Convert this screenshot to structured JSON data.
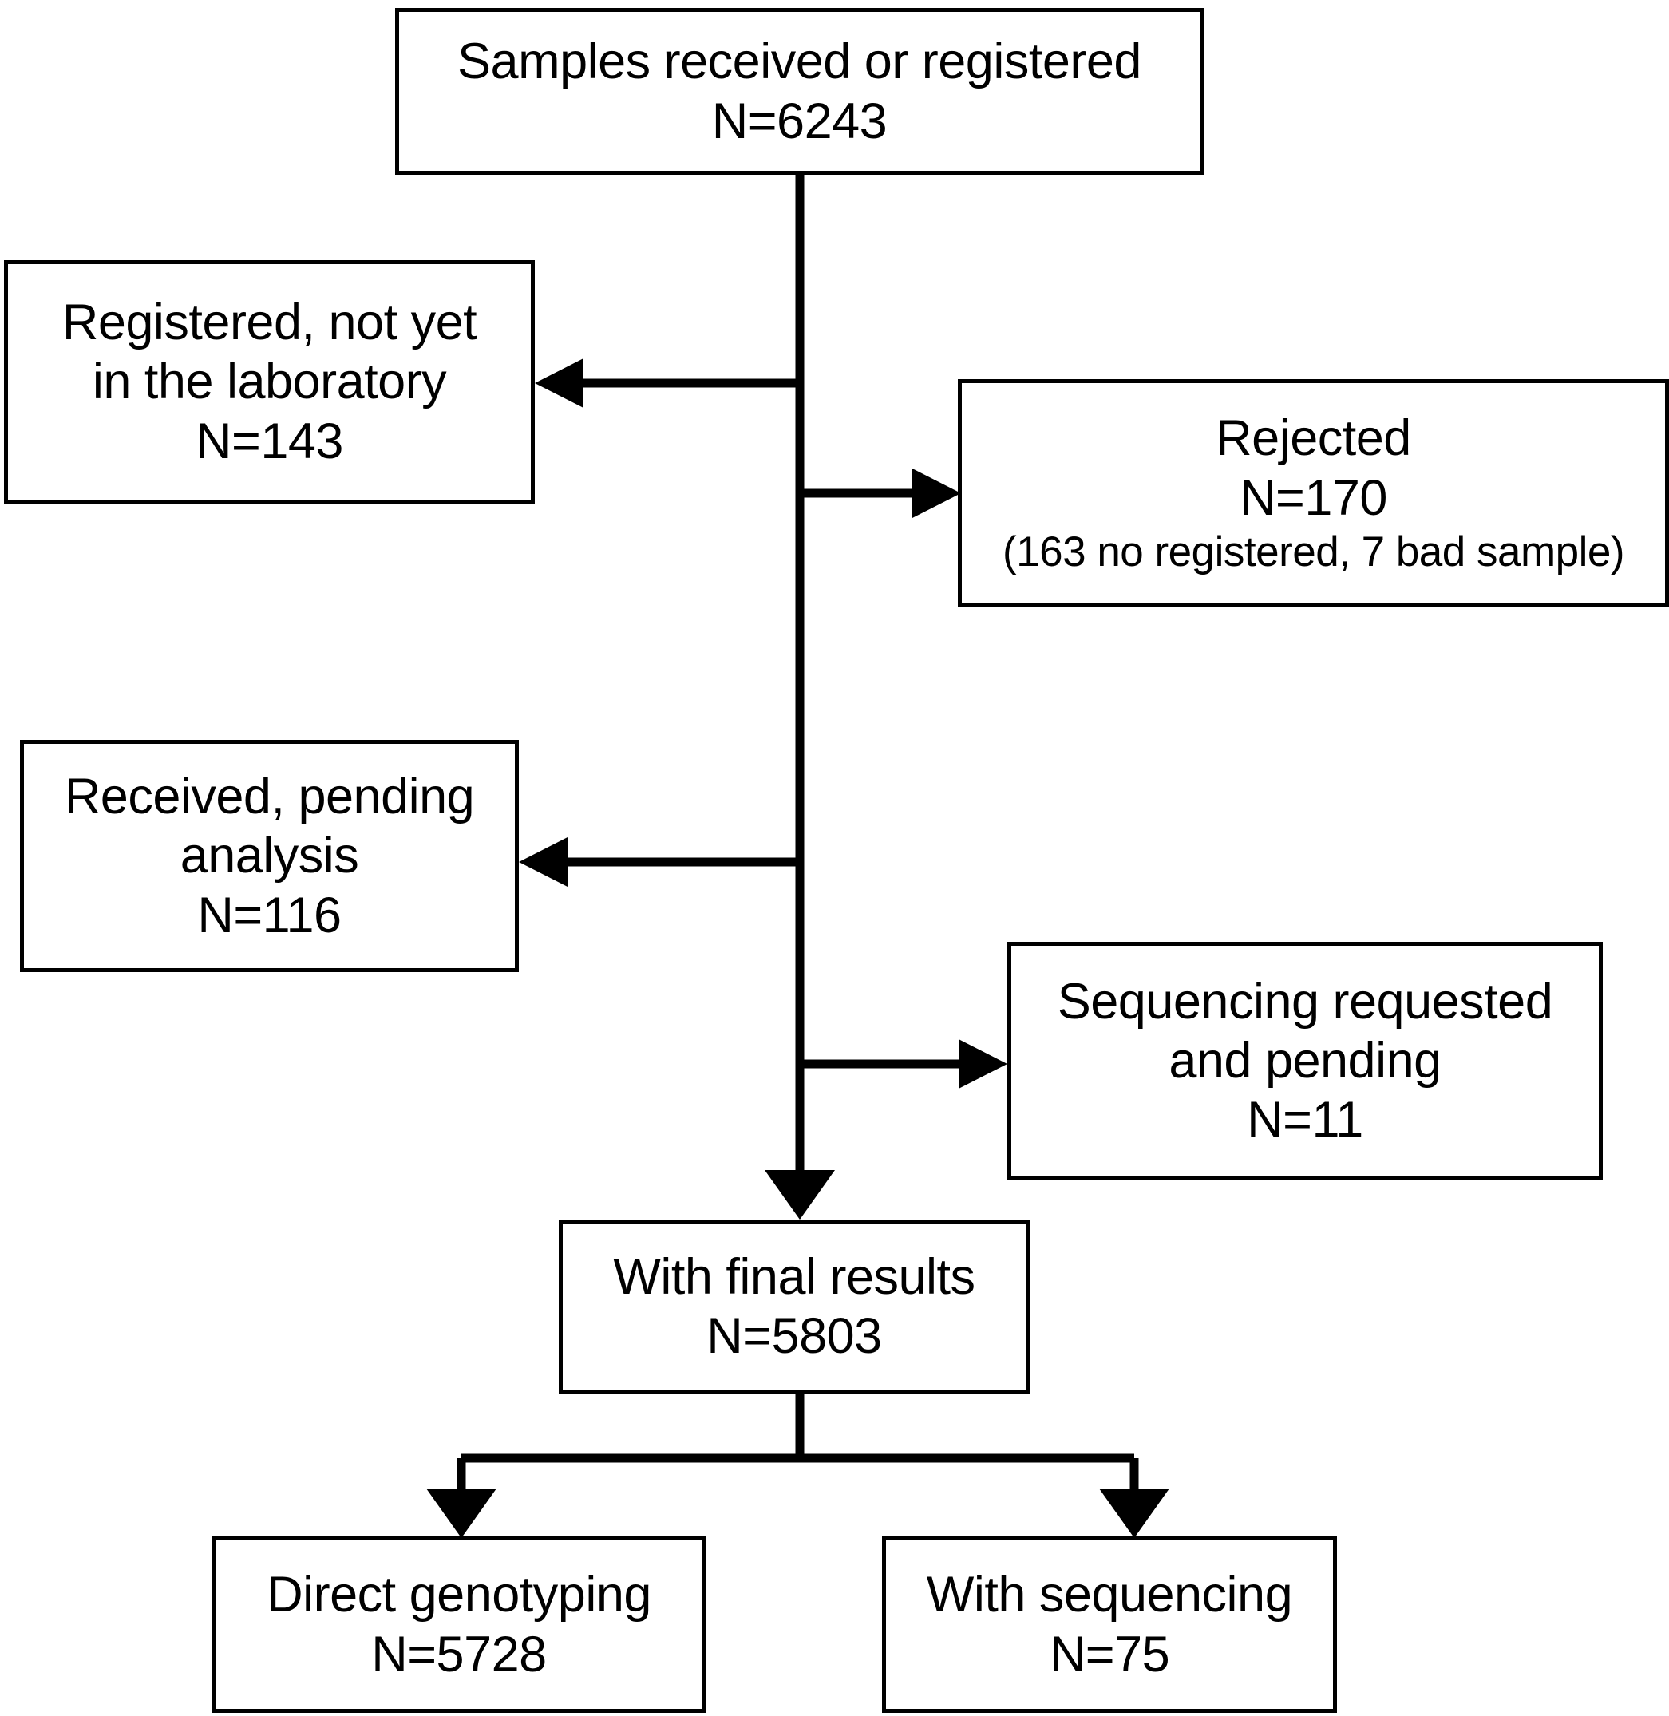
{
  "diagram": {
    "type": "flowchart",
    "title": "Sample processing flow",
    "stroke_color": "#000000",
    "background_color": "#ffffff",
    "nodes": [
      {
        "id": "received",
        "name": "samples-received-box",
        "lines": [
          "Samples received or registered",
          "N=6243"
        ],
        "label": "Samples received or registered",
        "count_label": "N=6243",
        "count": 6243
      },
      {
        "id": "registered",
        "name": "registered-not-in-lab-box",
        "lines": [
          "Registered, not yet",
          "in the laboratory",
          "N=143"
        ],
        "label": "Registered, not yet in the laboratory",
        "count_label": "N=143",
        "count": 143
      },
      {
        "id": "rejected",
        "name": "rejected-box",
        "lines": [
          "Rejected",
          "N=170",
          "(163 no registered, 7 bad sample)"
        ],
        "label": "Rejected",
        "count_label": "N=170",
        "count": 170,
        "note": "(163 no registered, 7 bad sample)"
      },
      {
        "id": "pending",
        "name": "received-pending-analysis-box",
        "lines": [
          "Received, pending",
          "analysis",
          "N=116"
        ],
        "label": "Received, pending analysis",
        "count_label": "N=116",
        "count": 116
      },
      {
        "id": "seqpending",
        "name": "sequencing-requested-pending-box",
        "lines": [
          "Sequencing requested",
          "and pending",
          "N=11"
        ],
        "label": "Sequencing requested and pending",
        "count_label": "N=11",
        "count": 11
      },
      {
        "id": "final",
        "name": "with-final-results-box",
        "lines": [
          "With final results",
          "N=5803"
        ],
        "label": "With final results",
        "count_label": "N=5803",
        "count": 5803
      },
      {
        "id": "genotyping",
        "name": "direct-genotyping-box",
        "lines": [
          "Direct genotyping",
          "N=5728"
        ],
        "label": "Direct genotyping",
        "count_label": "N=5728",
        "count": 5728
      },
      {
        "id": "sequencing",
        "name": "with-sequencing-box",
        "lines": [
          "With sequencing",
          "N=75"
        ],
        "label": "With sequencing",
        "count_label": "N=75",
        "count": 75
      }
    ],
    "edges": [
      {
        "from": "received",
        "to": "registered",
        "direction": "left"
      },
      {
        "from": "received",
        "to": "rejected",
        "direction": "right"
      },
      {
        "from": "received",
        "to": "pending",
        "direction": "left"
      },
      {
        "from": "received",
        "to": "seqpending",
        "direction": "right"
      },
      {
        "from": "received",
        "to": "final",
        "direction": "down"
      },
      {
        "from": "final",
        "to": "genotyping",
        "direction": "down-left"
      },
      {
        "from": "final",
        "to": "sequencing",
        "direction": "down-right"
      }
    ]
  },
  "text": {
    "received_l1": "Samples received or registered",
    "received_l2": "N=6243",
    "registered_l1": "Registered, not yet",
    "registered_l2": "in the laboratory",
    "registered_l3": "N=143",
    "rejected_l1": "Rejected",
    "rejected_l2": "N=170",
    "rejected_l3": "(163 no registered, 7 bad sample)",
    "pending_l1": "Received, pending",
    "pending_l2": "analysis",
    "pending_l3": "N=116",
    "seqpending_l1": "Sequencing requested",
    "seqpending_l2": "and pending",
    "seqpending_l3": "N=11",
    "final_l1": "With final results",
    "final_l2": "N=5803",
    "genotyping_l1": "Direct genotyping",
    "genotyping_l2": "N=5728",
    "sequencing_l1": "With sequencing",
    "sequencing_l2": "N=75"
  }
}
